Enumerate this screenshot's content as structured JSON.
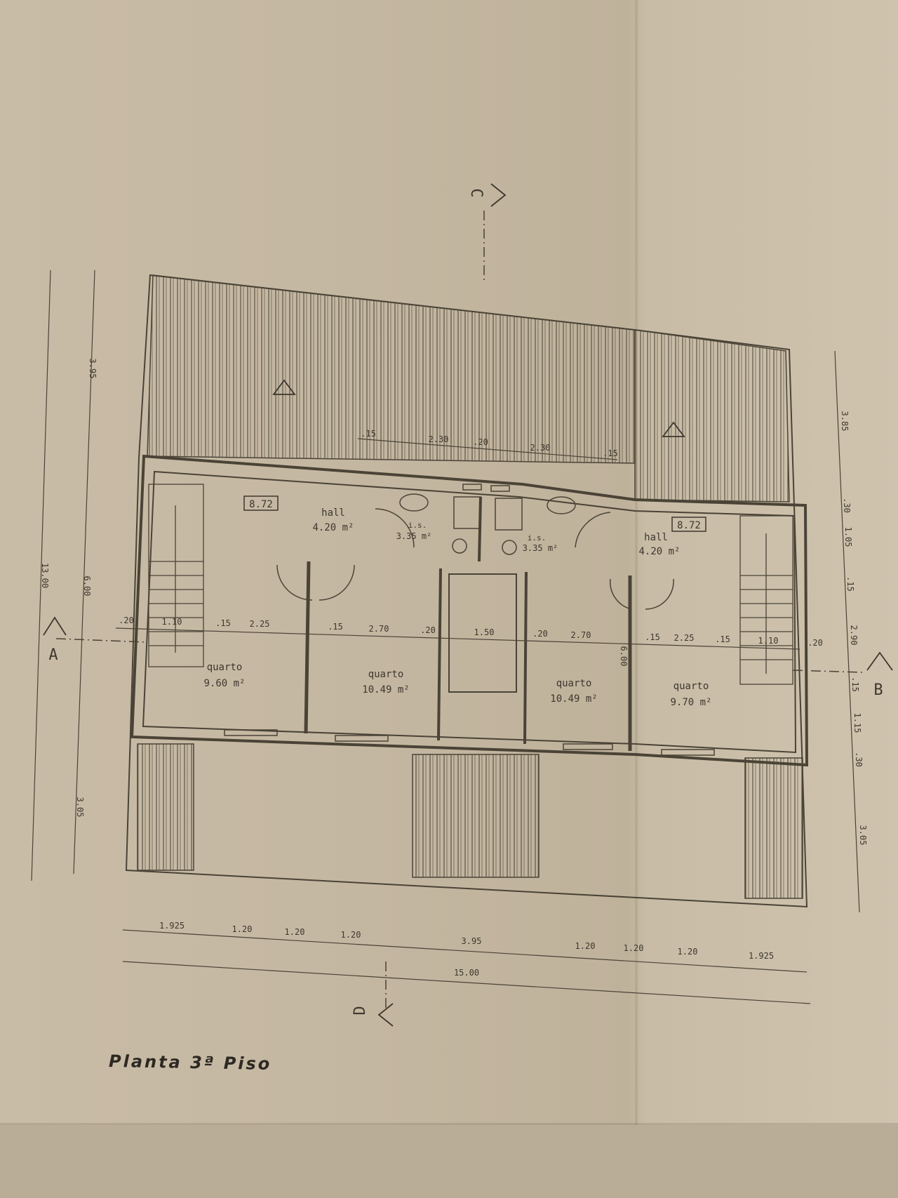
{
  "drawing": {
    "title": "Planta 3ª Piso",
    "section_markers": {
      "top": "C",
      "bottom": "D",
      "left": "A",
      "right": "B"
    },
    "rooms": [
      {
        "name": "hall",
        "area": "4.20 m²",
        "tag": "8.72"
      },
      {
        "name": "i.s.",
        "area": "3.35 m²"
      },
      {
        "name": "i.s.",
        "area": "3.35 m²"
      },
      {
        "name": "hall",
        "area": "4.20 m²",
        "tag": "8.72"
      },
      {
        "name": "quarto",
        "area": "9.60 m²"
      },
      {
        "name": "quarto",
        "area": "10.49 m²"
      },
      {
        "name": "quarto",
        "area": "10.49 m²"
      },
      {
        "name": "quarto",
        "area": "9.70 m²"
      }
    ],
    "dims": {
      "top_row": [
        ".15",
        "2.30",
        ".20",
        "2.30",
        ".15"
      ],
      "mid_row": [
        ".20",
        "1.10",
        ".15",
        "2.25",
        ".15",
        "2.70",
        ".20",
        "1.50",
        ".20",
        "2.70",
        ".15",
        "2.25",
        ".15",
        "1.10",
        ".20"
      ],
      "bottom_row": [
        "1.925",
        "1.20",
        "1.20",
        "1.20",
        "3.95",
        "1.20",
        "1.20",
        "1.20",
        "1.925"
      ],
      "bottom_total": "15.00",
      "left_total": "13.00",
      "left_parts": [
        "3.95",
        "6.00",
        "3.05"
      ],
      "right_parts": [
        "3.85",
        ".30",
        "1.05",
        ".15",
        "2.90",
        ".15",
        "1.15",
        ".30",
        "3.05"
      ],
      "center_vertical": "6.00"
    }
  }
}
